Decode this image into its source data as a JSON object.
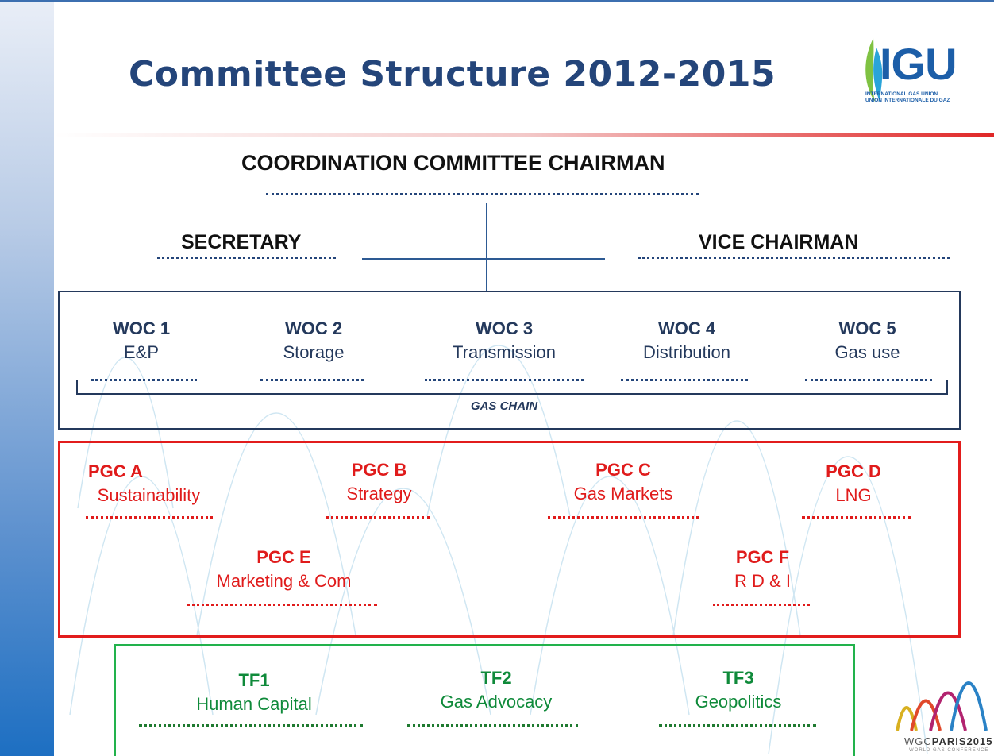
{
  "title": "Committee Structure 2012-2015",
  "logo": {
    "name": "IGU",
    "subtitle1": "INTERNATIONAL GAS UNION",
    "subtitle2": "UNION INTERNATIONALE DU GAZ"
  },
  "roles": {
    "chairman": "COORDINATION COMMITTEE CHAIRMAN",
    "secretary": "SECRETARY",
    "vice_chairman": "VICE CHAIRMAN"
  },
  "woc": {
    "group_label": "GAS CHAIN",
    "items": [
      {
        "code": "WOC 1",
        "name": "E&P"
      },
      {
        "code": "WOC 2",
        "name": "Storage"
      },
      {
        "code": "WOC 3",
        "name": "Transmission"
      },
      {
        "code": "WOC 4",
        "name": "Distribution"
      },
      {
        "code": "WOC 5",
        "name": "Gas use"
      }
    ]
  },
  "pgc": {
    "items": [
      {
        "code": "PGC A",
        "name": "Sustainability"
      },
      {
        "code": "PGC B",
        "name": "Strategy"
      },
      {
        "code": "PGC C",
        "name": "Gas Markets"
      },
      {
        "code": "PGC D",
        "name": "LNG"
      },
      {
        "code": "PGC E",
        "name": "Marketing & Com"
      },
      {
        "code": "PGC F",
        "name": "R D & I"
      }
    ]
  },
  "tf": {
    "items": [
      {
        "code": "TF1",
        "name": "Human Capital"
      },
      {
        "code": "TF2",
        "name": "Gas Advocacy"
      },
      {
        "code": "TF3",
        "name": "Geopolitics"
      }
    ]
  },
  "event_logo": {
    "text_a": "WGC",
    "text_b": "PARIS2015",
    "subtitle": "WORLD GAS CONFERENCE"
  },
  "colors": {
    "title": "#24457a",
    "woc": "#24395c",
    "pgc": "#e01b1b",
    "tf": "#0f8a3a",
    "tf_border": "#22b24c"
  }
}
